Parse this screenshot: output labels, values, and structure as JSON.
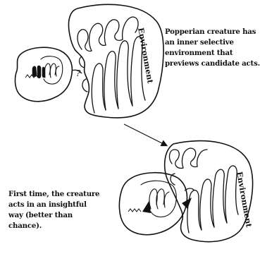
{
  "top_panel": {
    "caption_lines": [
      "Popperian creature has",
      "an inner selective",
      "environment that",
      "previews candidate acts."
    ],
    "environment_label": "Environment",
    "question_mark": "?"
  },
  "bottom_panel": {
    "caption_lines": [
      "First time, the creature",
      "acts in an insightful",
      "way (better than",
      "chance)."
    ],
    "environment_label": "Environment"
  },
  "colors": {
    "ink": "#111111",
    "background": "#ffffff"
  }
}
